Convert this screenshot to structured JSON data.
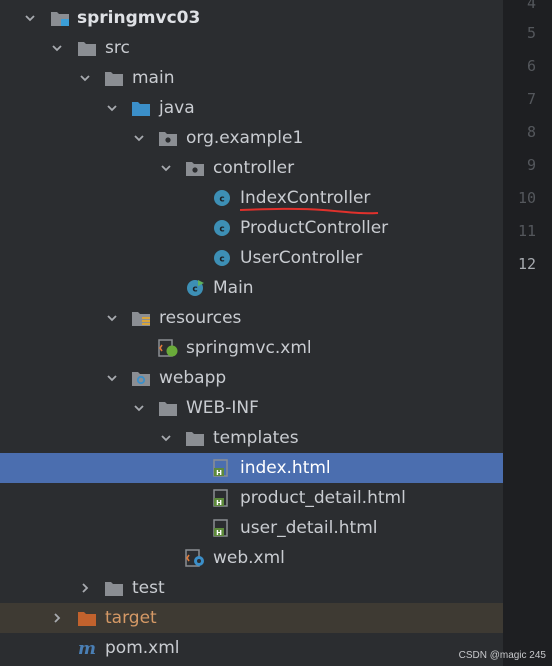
{
  "tree": [
    {
      "label": "springmvc03",
      "expanded": true,
      "icon": "module-folder-icon"
    },
    {
      "label": "src",
      "expanded": true,
      "icon": "folder-icon"
    },
    {
      "label": "main",
      "expanded": true,
      "icon": "folder-icon"
    },
    {
      "label": "java",
      "expanded": true,
      "icon": "source-root-folder-icon"
    },
    {
      "label": "org.example1",
      "expanded": true,
      "icon": "package-icon"
    },
    {
      "label": "controller",
      "expanded": true,
      "icon": "package-icon"
    },
    {
      "label": "IndexController",
      "icon": "java-class-icon"
    },
    {
      "label": "ProductController",
      "icon": "java-class-icon"
    },
    {
      "label": "UserController",
      "icon": "java-class-icon"
    },
    {
      "label": "Main",
      "icon": "java-main-class-icon"
    },
    {
      "label": "resources",
      "expanded": true,
      "icon": "resources-folder-icon"
    },
    {
      "label": "springmvc.xml",
      "icon": "spring-xml-icon"
    },
    {
      "label": "webapp",
      "expanded": true,
      "icon": "web-folder-icon"
    },
    {
      "label": "WEB-INF",
      "expanded": true,
      "icon": "folder-icon"
    },
    {
      "label": "templates",
      "expanded": true,
      "icon": "folder-icon"
    },
    {
      "label": "index.html",
      "icon": "html-file-icon",
      "selected": true
    },
    {
      "label": "product_detail.html",
      "icon": "html-file-icon"
    },
    {
      "label": "user_detail.html",
      "icon": "html-file-icon"
    },
    {
      "label": "web.xml",
      "icon": "web-xml-icon"
    },
    {
      "label": "test",
      "expanded": false,
      "icon": "folder-icon"
    },
    {
      "label": "target",
      "expanded": false,
      "icon": "excluded-folder-icon"
    },
    {
      "label": "pom.xml",
      "icon": "maven-icon"
    }
  ],
  "gutter": {
    "line_numbers": [
      "4",
      "5",
      "6",
      "7",
      "8",
      "9",
      "10",
      "11",
      "12"
    ],
    "current_line": "12"
  },
  "colors": {
    "background": "#2b2d30",
    "selection": "#4b6eaf",
    "excluded_folder": "#c2622d",
    "java_class": "#3d8fb5",
    "html_file": "#5d8a3c",
    "annotation_red": "#e0312c"
  },
  "watermark": "CSDN @magic 245"
}
